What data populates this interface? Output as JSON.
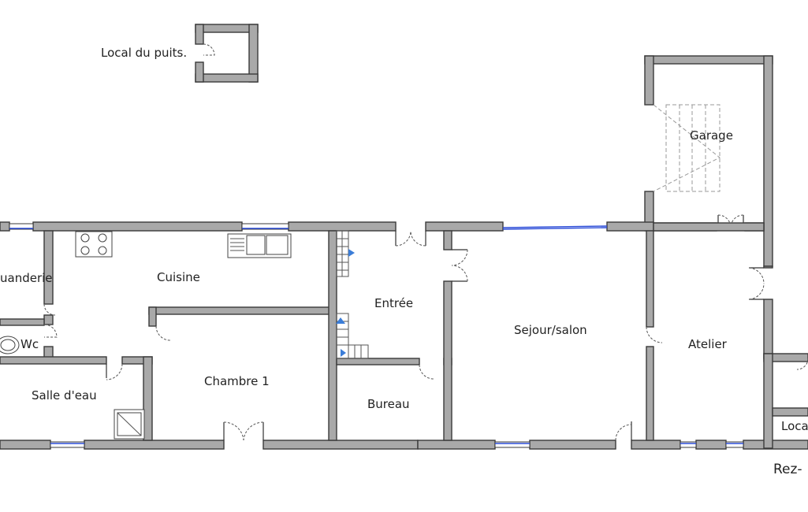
{
  "rooms": {
    "local_puits": "Local du puits.",
    "garage": "Garage",
    "buanderie": "uanderie",
    "cuisine": "Cuisine",
    "entree": "Entrée",
    "sejour": "Sejour/salon",
    "atelier": "Atelier",
    "wc": "Wc",
    "salle_eau": "Salle d'eau",
    "chambre1": "Chambre 1",
    "bureau": "Bureau",
    "local_right": "Loca"
  },
  "floor_label": "Rez-",
  "colors": {
    "wall": "#a9a9a9",
    "window": "#2a4bd7",
    "marker": "#3b7dd8"
  }
}
